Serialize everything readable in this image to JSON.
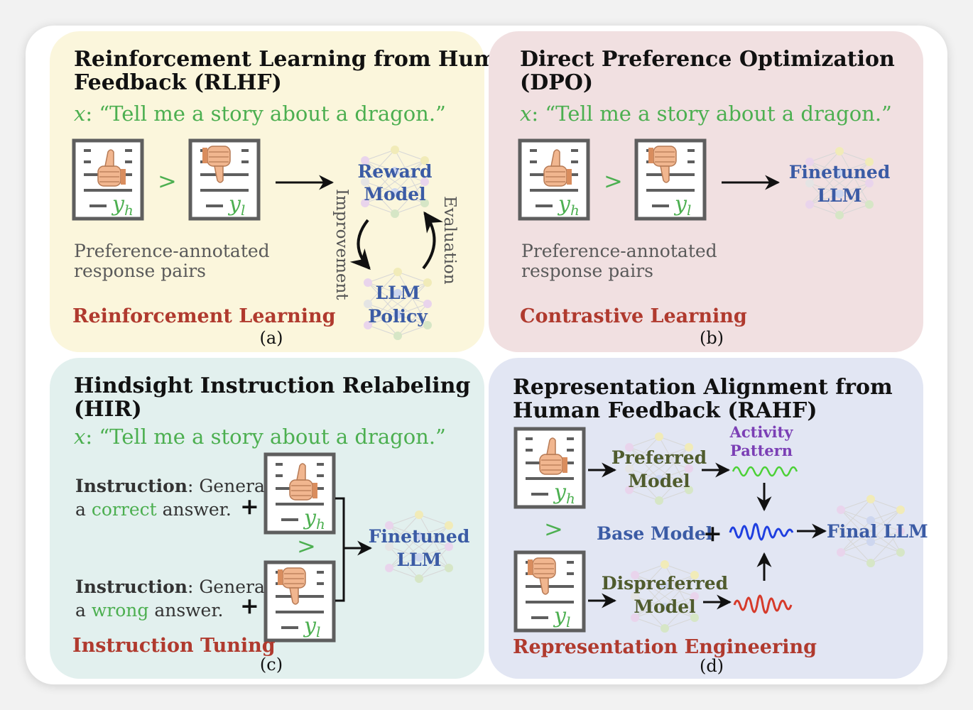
{
  "panels": {
    "a": {
      "title_line1": "Reinforcement Learning from Human",
      "title_line2": "Feedback (RLHF)",
      "prompt_var": "x",
      "prompt_text": ": “Tell me a story about a dragon.”",
      "gt": ">",
      "desc_line1": "Preference-annotated",
      "desc_line2": "response pairs",
      "reward_model_line1": "Reward",
      "reward_model_line2": "Model",
      "policy_line1": "LLM",
      "policy_line2": "Policy",
      "improvement": "Improvement",
      "evaluation": "Evaluation",
      "method": "Reinforcement Learning",
      "caption": "(a)"
    },
    "b": {
      "title_line1": "Direct Preference Optimization",
      "title_line2": "(DPO)",
      "prompt_var": "x",
      "prompt_text": ": “Tell me a story about a dragon.”",
      "gt": ">",
      "desc_line1": "Preference-annotated",
      "desc_line2": "response pairs",
      "model_line1": "Finetuned",
      "model_line2": "LLM",
      "method": "Contrastive Learning",
      "caption": "(b)"
    },
    "c": {
      "title_line1": "Hindsight Instruction Relabeling",
      "title_line2": "(HIR)",
      "prompt_var": "x",
      "prompt_text": ": “Tell me a story about a dragon.”",
      "instr1_bold": "Instruction",
      "instr1_rest": ": Generate",
      "instr1_line2_a": "a ",
      "instr1_line2_b": "correct",
      "instr1_line2_c": " answer.",
      "instr2_bold": "Instruction",
      "instr2_rest": ": Generate",
      "instr2_line2_a": "a ",
      "instr2_line2_b": "wrong",
      "instr2_line2_c": " answer.",
      "plus": "+",
      "gt": ">",
      "model_line1": "Finetuned",
      "model_line2": "LLM",
      "method": "Instruction Tuning",
      "caption": "(c)"
    },
    "d": {
      "title_line1": "Representation Alignment from",
      "title_line2": "Human Feedback (RAHF)",
      "preferred_line1": "Preferred",
      "preferred_line2": "Model",
      "dispreferred_line1": "Dispreferred",
      "dispreferred_line2": "Model",
      "activity_line1": "Activity",
      "activity_line2": "Pattern",
      "base_model": "Base Model",
      "plus": "+",
      "final": "Final LLM",
      "gt": ">",
      "method": "Representation Engineering",
      "caption": "(d)"
    }
  },
  "labels": {
    "y_h_base": "y",
    "y_h_sub": "h",
    "y_l_base": "y",
    "y_l_sub": "l"
  },
  "colors": {
    "panel_a": "#fbf6dc",
    "panel_b": "#f1e0e1",
    "panel_c": "#e2f0ee",
    "panel_d": "#e2e6f3",
    "prompt": "#4caf50",
    "method": "#b03a2e",
    "model_blue": "#3b5ba5",
    "model_olive": "#4f5b2d",
    "activity": "#7b3fb5",
    "wave_green": "#4cd137",
    "wave_blue": "#1f3fe0",
    "wave_red": "#d63a2a"
  },
  "icons": [
    "thumbs-up-icon",
    "thumbs-down-icon",
    "document-icon",
    "neural-network-icon",
    "arrow-icon",
    "wave-icon"
  ]
}
